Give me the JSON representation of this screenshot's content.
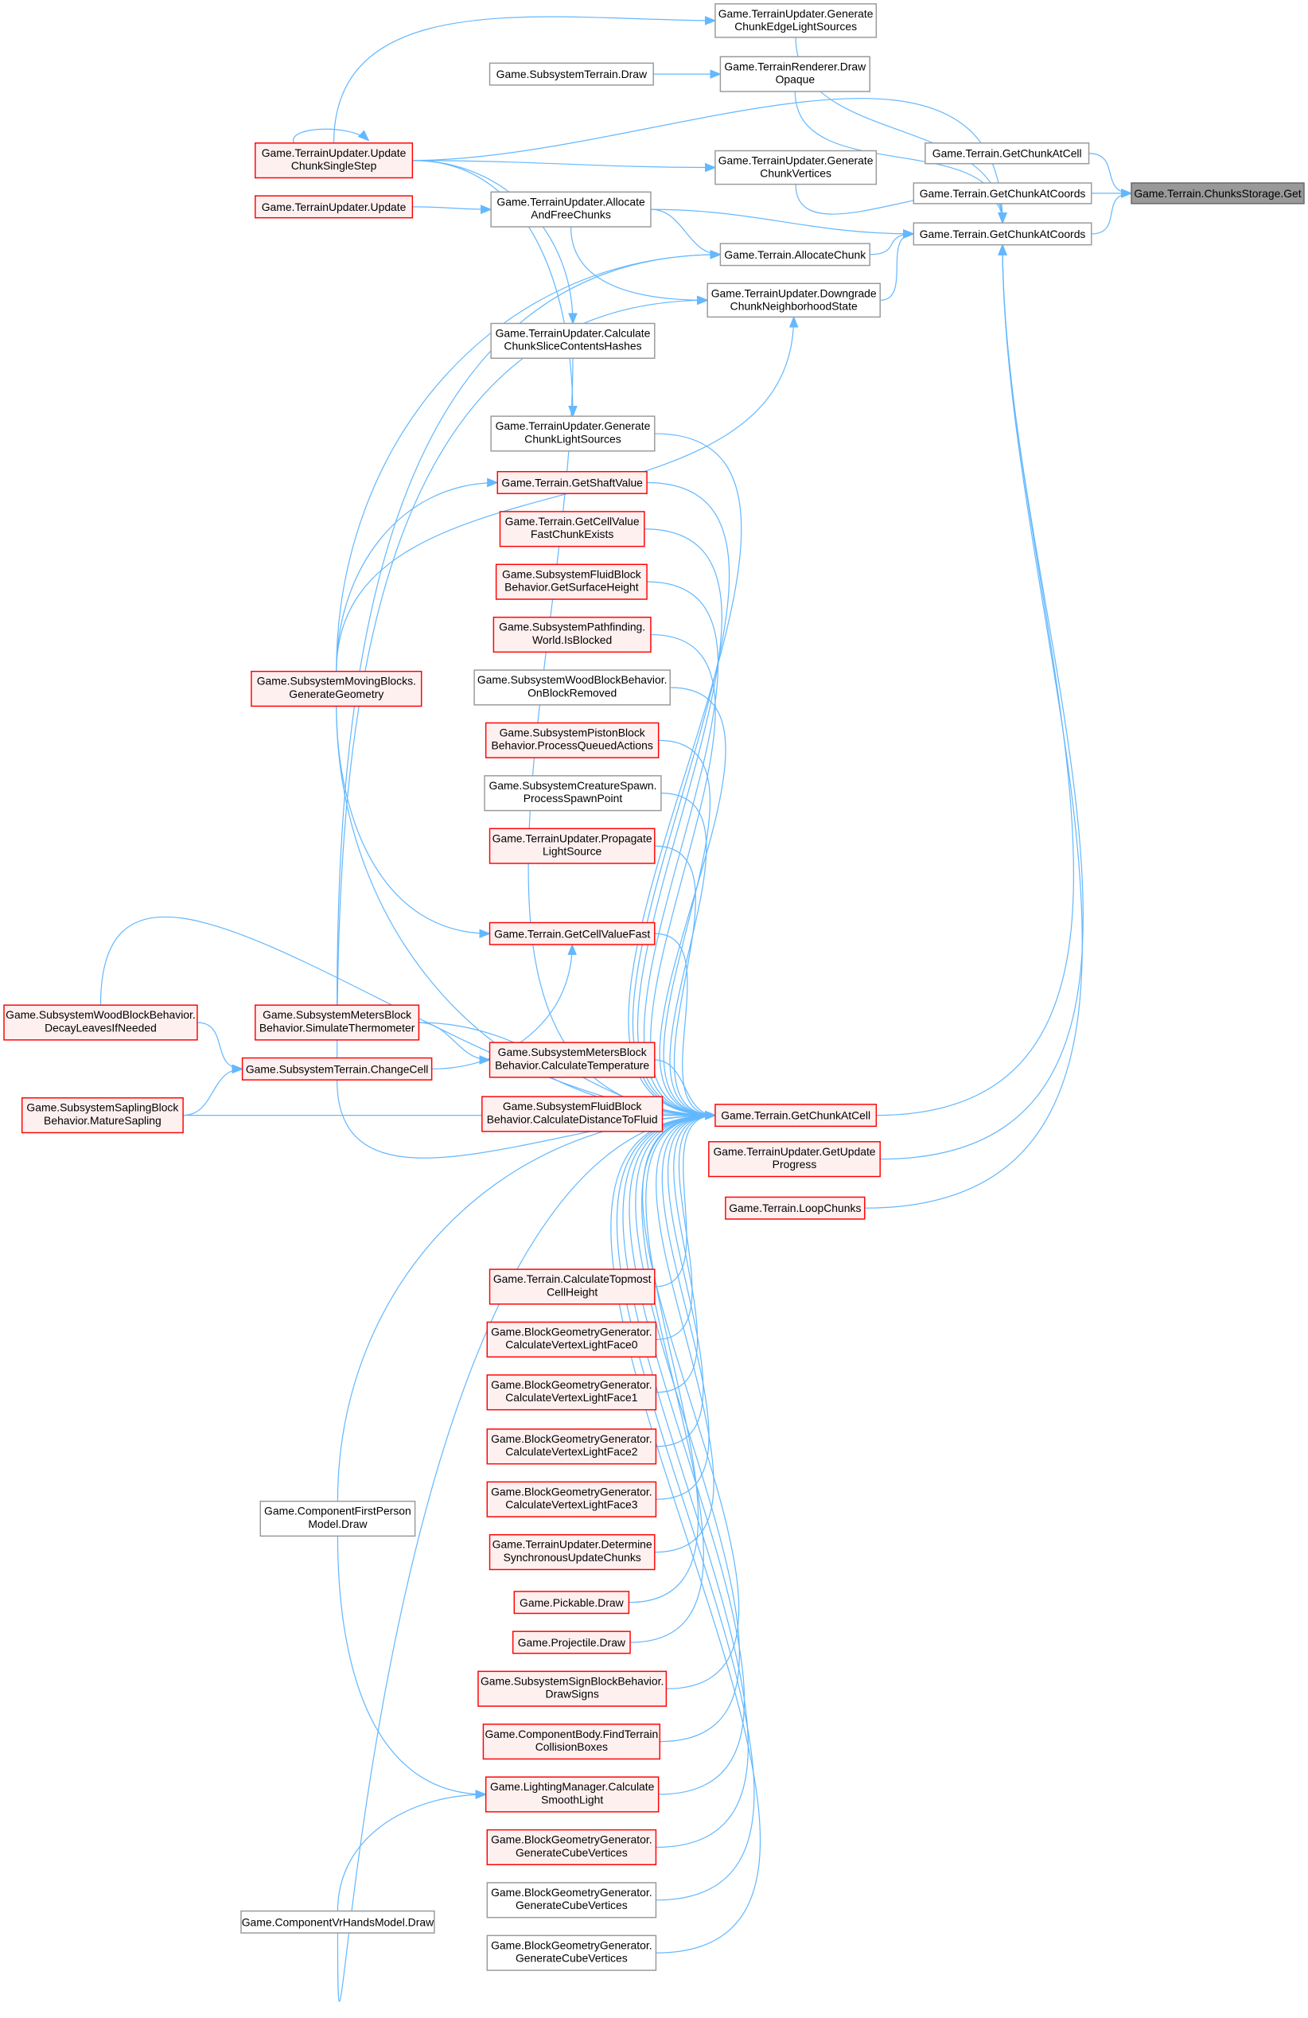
{
  "graph": {
    "colors": {
      "edge": "#63b8ff",
      "normal_border": "#999999",
      "truncated_border": "#ff0000",
      "truncated_fill": "#fff0f0",
      "focus_fill": "#999999"
    },
    "nodes": [
      {
        "lines": [
          "Game.Terrain.ChunksStorage.Get"
        ],
        "style": "focus"
      },
      {
        "lines": [
          "Game.Terrain.GetChunkAtCell"
        ],
        "style": "normal"
      },
      {
        "lines": [
          "Game.Terrain.GetChunkAtCoords"
        ],
        "style": "normal"
      },
      {
        "lines": [
          "Game.Terrain.GetChunkAtCoords"
        ],
        "style": "normal"
      },
      {
        "lines": [
          "Game.TerrainUpdater.Generate",
          "ChunkEdgeLightSources"
        ],
        "style": "normal"
      },
      {
        "lines": [
          "Game.SubsystemTerrain.Draw"
        ],
        "style": "normal"
      },
      {
        "lines": [
          "Game.TerrainRenderer.Draw",
          "Opaque"
        ],
        "style": "normal"
      },
      {
        "lines": [
          "Game.TerrainUpdater.Generate",
          "ChunkVertices"
        ],
        "style": "normal"
      },
      {
        "lines": [
          "Game.TerrainUpdater.Allocate",
          "AndFreeChunks"
        ],
        "style": "normal"
      },
      {
        "lines": [
          "Game.Terrain.AllocateChunk"
        ],
        "style": "normal"
      },
      {
        "lines": [
          "Game.TerrainUpdater.Downgrade",
          "ChunkNeighborhoodState"
        ],
        "style": "normal"
      },
      {
        "lines": [
          "Game.TerrainUpdater.Update",
          "ChunkSingleStep"
        ],
        "style": "red"
      },
      {
        "lines": [
          "Game.TerrainUpdater.Update"
        ],
        "style": "red"
      },
      {
        "lines": [
          "Game.TerrainUpdater.Calculate",
          "ChunkSliceContentsHashes"
        ],
        "style": "normal"
      },
      {
        "lines": [
          "Game.TerrainUpdater.Generate",
          "ChunkLightSources"
        ],
        "style": "normal"
      },
      {
        "lines": [
          "Game.Terrain.GetShaftValue"
        ],
        "style": "red"
      },
      {
        "lines": [
          "Game.Terrain.GetCellValue",
          "FastChunkExists"
        ],
        "style": "red"
      },
      {
        "lines": [
          "Game.SubsystemFluidBlock",
          "Behavior.GetSurfaceHeight"
        ],
        "style": "red"
      },
      {
        "lines": [
          "Game.SubsystemPathfinding.",
          "World.IsBlocked"
        ],
        "style": "red"
      },
      {
        "lines": [
          "Game.SubsystemWoodBlockBehavior.",
          "OnBlockRemoved"
        ],
        "style": "normal"
      },
      {
        "lines": [
          "Game.SubsystemPistonBlock",
          "Behavior.ProcessQueuedActions"
        ],
        "style": "red"
      },
      {
        "lines": [
          "Game.SubsystemCreatureSpawn.",
          "ProcessSpawnPoint"
        ],
        "style": "normal"
      },
      {
        "lines": [
          "Game.TerrainUpdater.Propagate",
          "LightSource"
        ],
        "style": "red"
      },
      {
        "lines": [
          "Game.Terrain.GetCellValueFast"
        ],
        "style": "red"
      },
      {
        "lines": [
          "Game.SubsystemMetersBlock",
          "Behavior.CalculateTemperature"
        ],
        "style": "red"
      },
      {
        "lines": [
          "Game.SubsystemFluidBlock",
          "Behavior.CalculateDistanceToFluid"
        ],
        "style": "red"
      },
      {
        "lines": [
          "Game.Terrain.GetChunkAtCell"
        ],
        "style": "red"
      },
      {
        "lines": [
          "Game.TerrainUpdater.GetUpdate",
          "Progress"
        ],
        "style": "red"
      },
      {
        "lines": [
          "Game.Terrain.LoopChunks"
        ],
        "style": "red"
      },
      {
        "lines": [
          "Game.Terrain.CalculateTopmost",
          "CellHeight"
        ],
        "style": "red"
      },
      {
        "lines": [
          "Game.BlockGeometryGenerator.",
          "CalculateVertexLightFace0"
        ],
        "style": "red"
      },
      {
        "lines": [
          "Game.BlockGeometryGenerator.",
          "CalculateVertexLightFace1"
        ],
        "style": "red"
      },
      {
        "lines": [
          "Game.BlockGeometryGenerator.",
          "CalculateVertexLightFace2"
        ],
        "style": "red"
      },
      {
        "lines": [
          "Game.BlockGeometryGenerator.",
          "CalculateVertexLightFace3"
        ],
        "style": "red"
      },
      {
        "lines": [
          "Game.TerrainUpdater.Determine",
          "SynchronousUpdateChunks"
        ],
        "style": "red"
      },
      {
        "lines": [
          "Game.Pickable.Draw"
        ],
        "style": "red"
      },
      {
        "lines": [
          "Game.Projectile.Draw"
        ],
        "style": "red"
      },
      {
        "lines": [
          "Game.SubsystemSignBlockBehavior.",
          "DrawSigns"
        ],
        "style": "red"
      },
      {
        "lines": [
          "Game.ComponentBody.FindTerrain",
          "CollisionBoxes"
        ],
        "style": "red"
      },
      {
        "lines": [
          "Game.LightingManager.Calculate",
          "SmoothLight"
        ],
        "style": "red"
      },
      {
        "lines": [
          "Game.BlockGeometryGenerator.",
          "GenerateCubeVertices"
        ],
        "style": "red"
      },
      {
        "lines": [
          "Game.BlockGeometryGenerator.",
          "GenerateCubeVertices"
        ],
        "style": "normal"
      },
      {
        "lines": [
          "Game.BlockGeometryGenerator.",
          "GenerateCubeVertices"
        ],
        "style": "normal"
      },
      {
        "lines": [
          "Game.SubsystemMovingBlocks.",
          "GenerateGeometry"
        ],
        "style": "red"
      },
      {
        "lines": [
          "Game.SubsystemWoodBlockBehavior.",
          "DecayLeavesIfNeeded"
        ],
        "style": "red"
      },
      {
        "lines": [
          "Game.SubsystemMetersBlock",
          "Behavior.SimulateThermometer"
        ],
        "style": "red"
      },
      {
        "lines": [
          "Game.SubsystemTerrain.ChangeCell"
        ],
        "style": "red"
      },
      {
        "lines": [
          "Game.SubsystemSaplingBlock",
          "Behavior.MatureSapling"
        ],
        "style": "red"
      },
      {
        "lines": [
          "Game.ComponentFirstPerson",
          "Model.Draw"
        ],
        "style": "normal"
      },
      {
        "lines": [
          "Game.ComponentVrHandsModel.Draw"
        ],
        "style": "normal"
      }
    ]
  }
}
